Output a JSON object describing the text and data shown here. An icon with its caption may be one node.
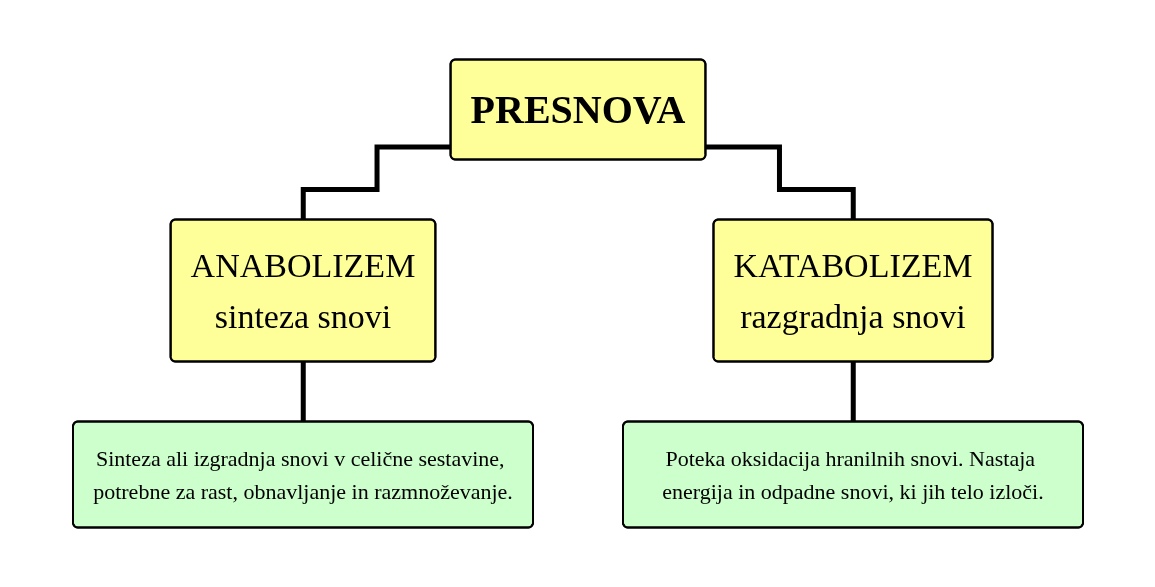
{
  "diagram": {
    "nodes": [
      {
        "text": [
          "PRESNOVA"
        ]
      },
      {
        "text": [
          "ANABOLIZEM",
          "sinteza snovi"
        ]
      },
      {
        "text": [
          "KATABOLIZEM",
          "razgradnja snovi"
        ]
      },
      {
        "text": [
          "Sinteza ali izgradnja snovi v celične sestavine, potrebne za rast, obnavljanje in razmnoževanje."
        ]
      },
      {
        "text": [
          "Poteka oksidacija hranilnih snovi. Nastaja energija in odpadne snovi, ki jih telo izloči."
        ]
      }
    ],
    "edges": [
      {
        "from": 0,
        "to": 1,
        "arrow": "none"
      },
      {
        "from": 0,
        "to": 2,
        "arrow": "none"
      },
      {
        "from": 1,
        "to": 3,
        "arrow": "none"
      },
      {
        "from": 2,
        "to": 4,
        "arrow": "none"
      }
    ]
  }
}
